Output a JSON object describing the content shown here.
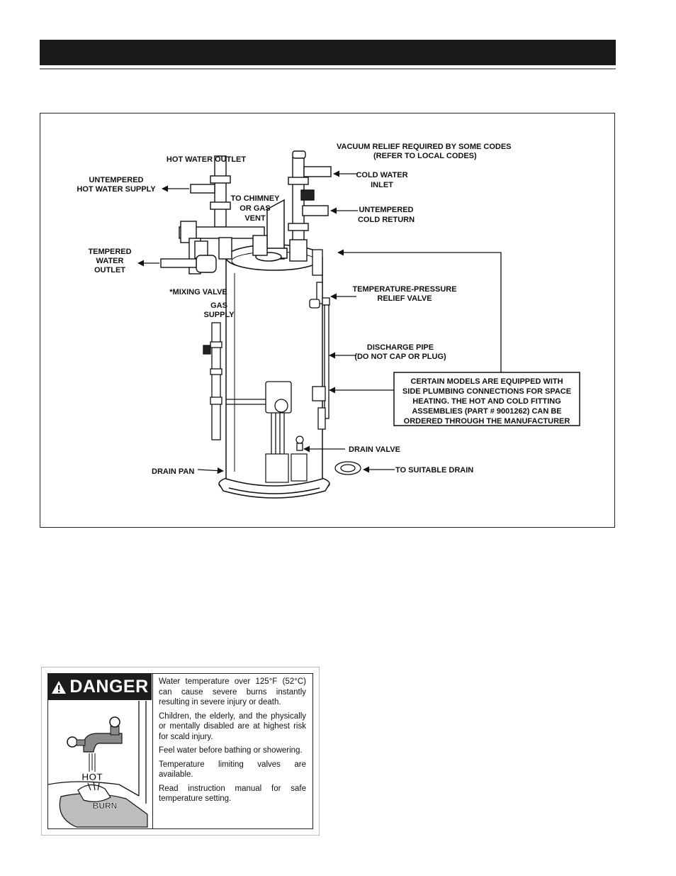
{
  "figure": {
    "labels": {
      "hot_water_outlet": "HOT WATER OUTLET",
      "untempered_hot_1": "UNTEMPERED",
      "untempered_hot_2": "HOT WATER SUPPLY",
      "chimney_1": "TO CHIMNEY",
      "chimney_2": "OR GAS",
      "chimney_3": "VENT",
      "vacuum_1": "VACUUM RELIEF REQUIRED BY SOME CODES",
      "vacuum_2": "(REFER TO LOCAL CODES)",
      "cold_inlet_1": "COLD WATER",
      "cold_inlet_2": "INLET",
      "cold_return_1": "UNTEMPERED",
      "cold_return_2": "COLD RETURN",
      "tempered_1": "TEMPERED",
      "tempered_2": "WATER",
      "tempered_3": "OUTLET",
      "mixing_valve": "*MIXING VALVE",
      "gas_1": "GAS",
      "gas_2": "SUPPLY",
      "tp_1": "TEMPERATURE-PRESSURE",
      "tp_2": "RELIEF VALVE",
      "discharge_1": "DISCHARGE PIPE",
      "discharge_2": "(DO NOT CAP OR PLUG)",
      "note_1": "CERTAIN MODELS ARE EQUIPPED WITH",
      "note_2": "SIDE PLUMBING CONNECTIONS FOR SPACE",
      "note_3": "HEATING.  THE HOT AND COLD FITTING",
      "note_4": "ASSEMBLIES (PART # 9001262) CAN BE",
      "note_5": "ORDERED THROUGH THE MANUFACTURER",
      "drain_valve": "DRAIN VALVE",
      "drain_pan": "DRAIN PAN",
      "suitable_drain": "TO SUITABLE DRAIN"
    }
  },
  "danger": {
    "title": "DANGER",
    "hot_label": "HOT",
    "burn_label": "BURN",
    "paragraphs": [
      "Water temperature over 125°F (52°C) can cause severe burns instantly resulting in severe injury or death.",
      "Children, the elderly, and the physically or mentally disabled are at highest risk for scald injury.",
      "Feel water before bathing or showering.",
      "Temperature limiting valves are available.",
      "Read instruction manual for safe temperature setting."
    ]
  }
}
